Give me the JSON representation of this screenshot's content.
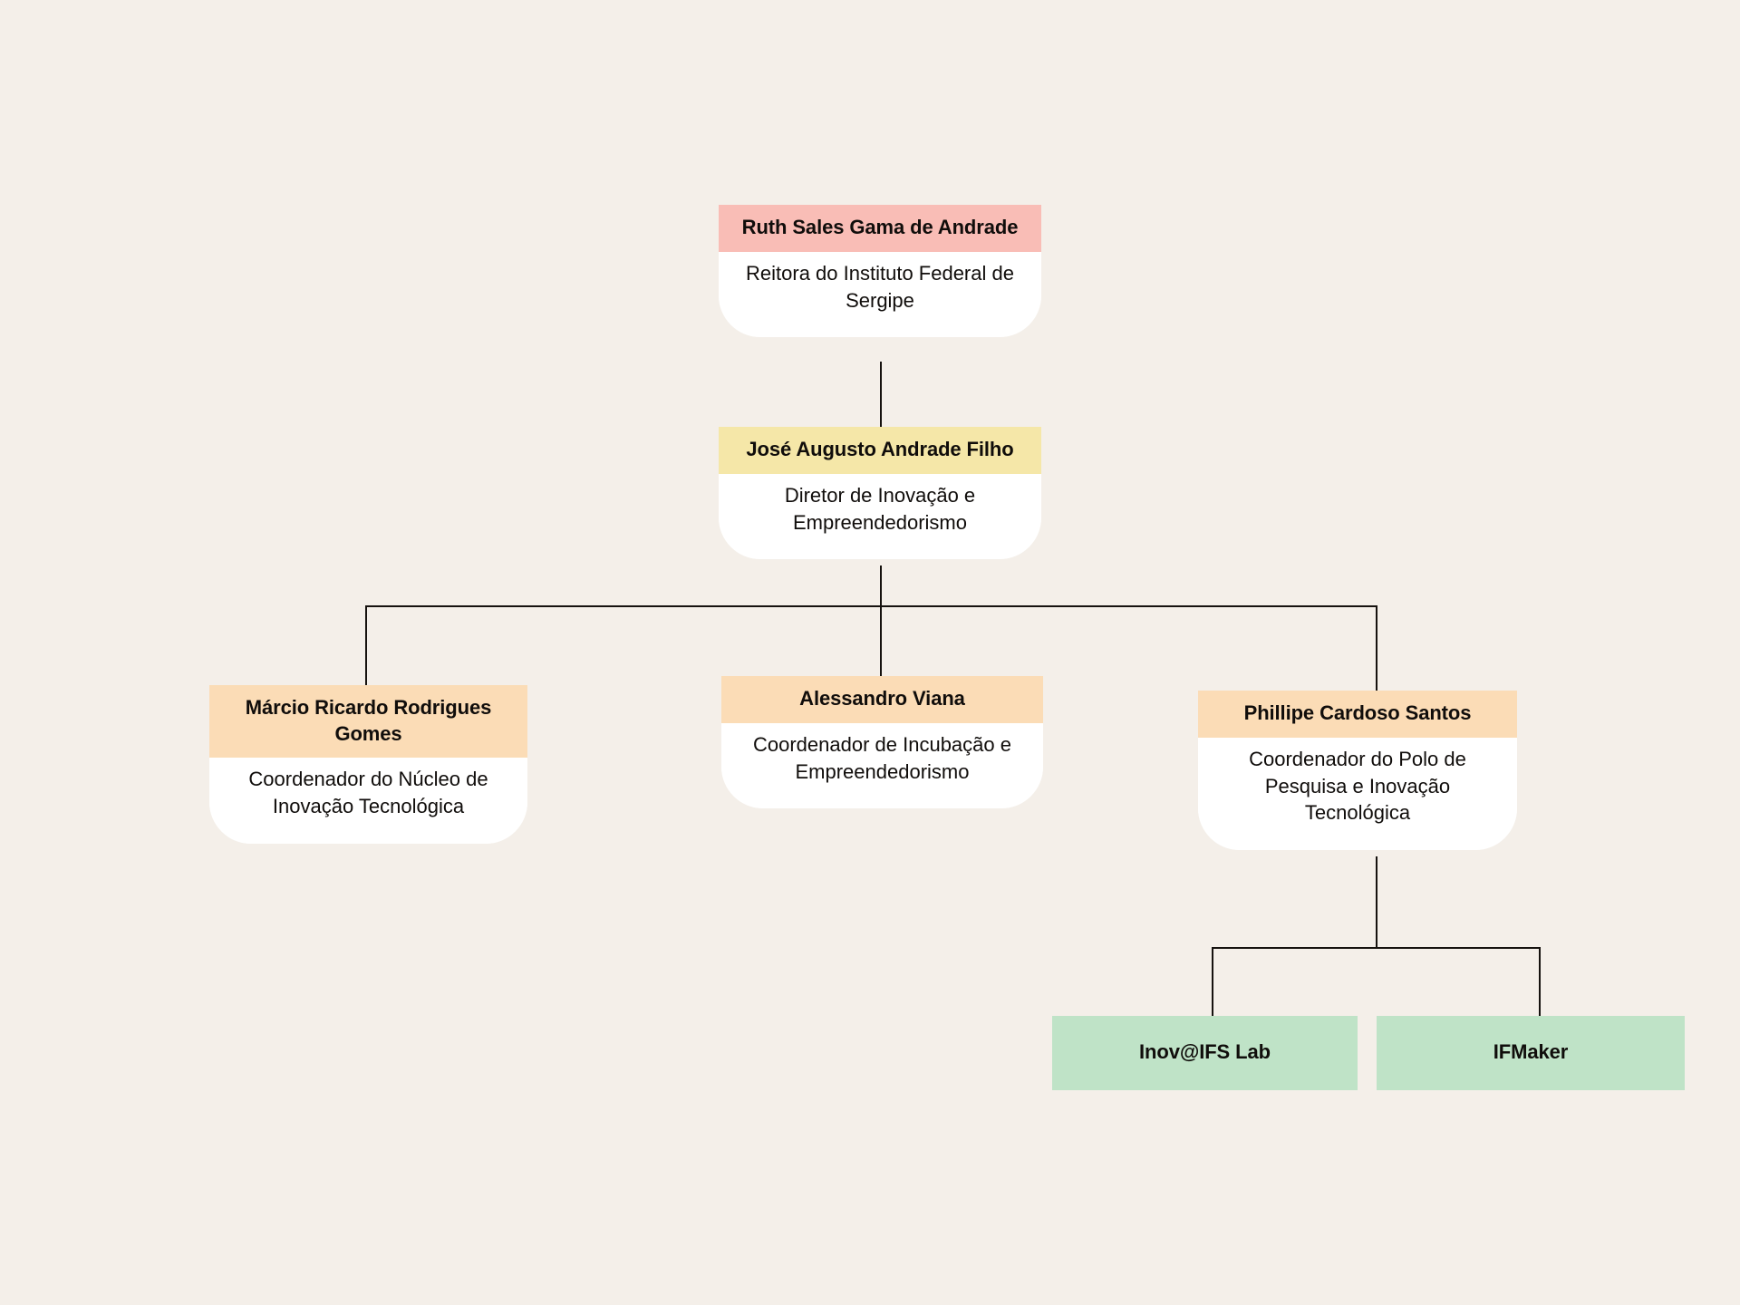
{
  "page": {
    "background_color": "#f4efe9",
    "line_color": "#16120f",
    "text_color": "#100d0b"
  },
  "palette": {
    "rector": "#f9bdb6",
    "director": "#f5e7a8",
    "coordinator": "#fbdcb6",
    "lab": "#bfe3c7"
  },
  "org_chart": {
    "type": "hierarchy",
    "nodes": [
      {
        "id": "root",
        "name": "Ruth Sales Gama de Andrade",
        "role": "Reitora do Instituto Federal de Sergipe",
        "header_color": "#f9bdb6",
        "level": 0
      },
      {
        "id": "director",
        "name": "José Augusto Andrade Filho",
        "role": "Diretor de Inovação e Empreendedorismo",
        "header_color": "#f5e7a8",
        "level": 1
      },
      {
        "id": "coord-nit",
        "name": "Márcio Ricardo Rodrigues Gomes",
        "role": "Coordenador do Núcleo de Inovação Tecnológica",
        "header_color": "#fbdcb6",
        "level": 2
      },
      {
        "id": "coord-incub",
        "name": "Alessandro Viana",
        "role": "Coordenador de Incubação e Empreendedorismo",
        "header_color": "#fbdcb6",
        "level": 2
      },
      {
        "id": "coord-polo",
        "name": "Phillipe Cardoso Santos",
        "role": "Coordenador do Polo de Pesquisa e Inovação Tecnológica",
        "header_color": "#fbdcb6",
        "level": 2
      },
      {
        "id": "lab-inov",
        "name": "Inov@IFS Lab",
        "role": "",
        "header_color": "#bfe3c7",
        "level": 3
      },
      {
        "id": "lab-ifmaker",
        "name": "IFMaker",
        "role": "",
        "header_color": "#bfe3c7",
        "level": 3
      }
    ],
    "edges": [
      {
        "from": "root",
        "to": "director"
      },
      {
        "from": "director",
        "to": "coord-nit"
      },
      {
        "from": "director",
        "to": "coord-incub"
      },
      {
        "from": "director",
        "to": "coord-polo"
      },
      {
        "from": "coord-polo",
        "to": "lab-inov"
      },
      {
        "from": "coord-polo",
        "to": "lab-ifmaker"
      }
    ]
  }
}
